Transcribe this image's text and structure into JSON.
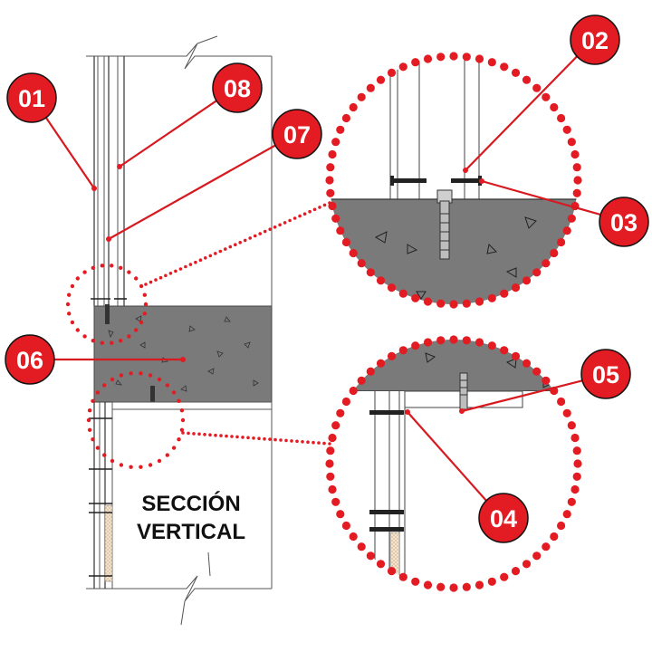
{
  "title": {
    "line1": "SECCIÓN",
    "line2": "VERTICAL"
  },
  "callouts": [
    {
      "id": "c01",
      "label": "01"
    },
    {
      "id": "c02",
      "label": "02"
    },
    {
      "id": "c03",
      "label": "03"
    },
    {
      "id": "c04",
      "label": "04"
    },
    {
      "id": "c05",
      "label": "05"
    },
    {
      "id": "c06",
      "label": "06"
    },
    {
      "id": "c07",
      "label": "07"
    },
    {
      "id": "c08",
      "label": "08"
    }
  ],
  "colors": {
    "accent": "#e31b23",
    "leader": "#d71920",
    "concrete": "#7a7a7a",
    "linework": "#555555",
    "text": "#111111"
  }
}
